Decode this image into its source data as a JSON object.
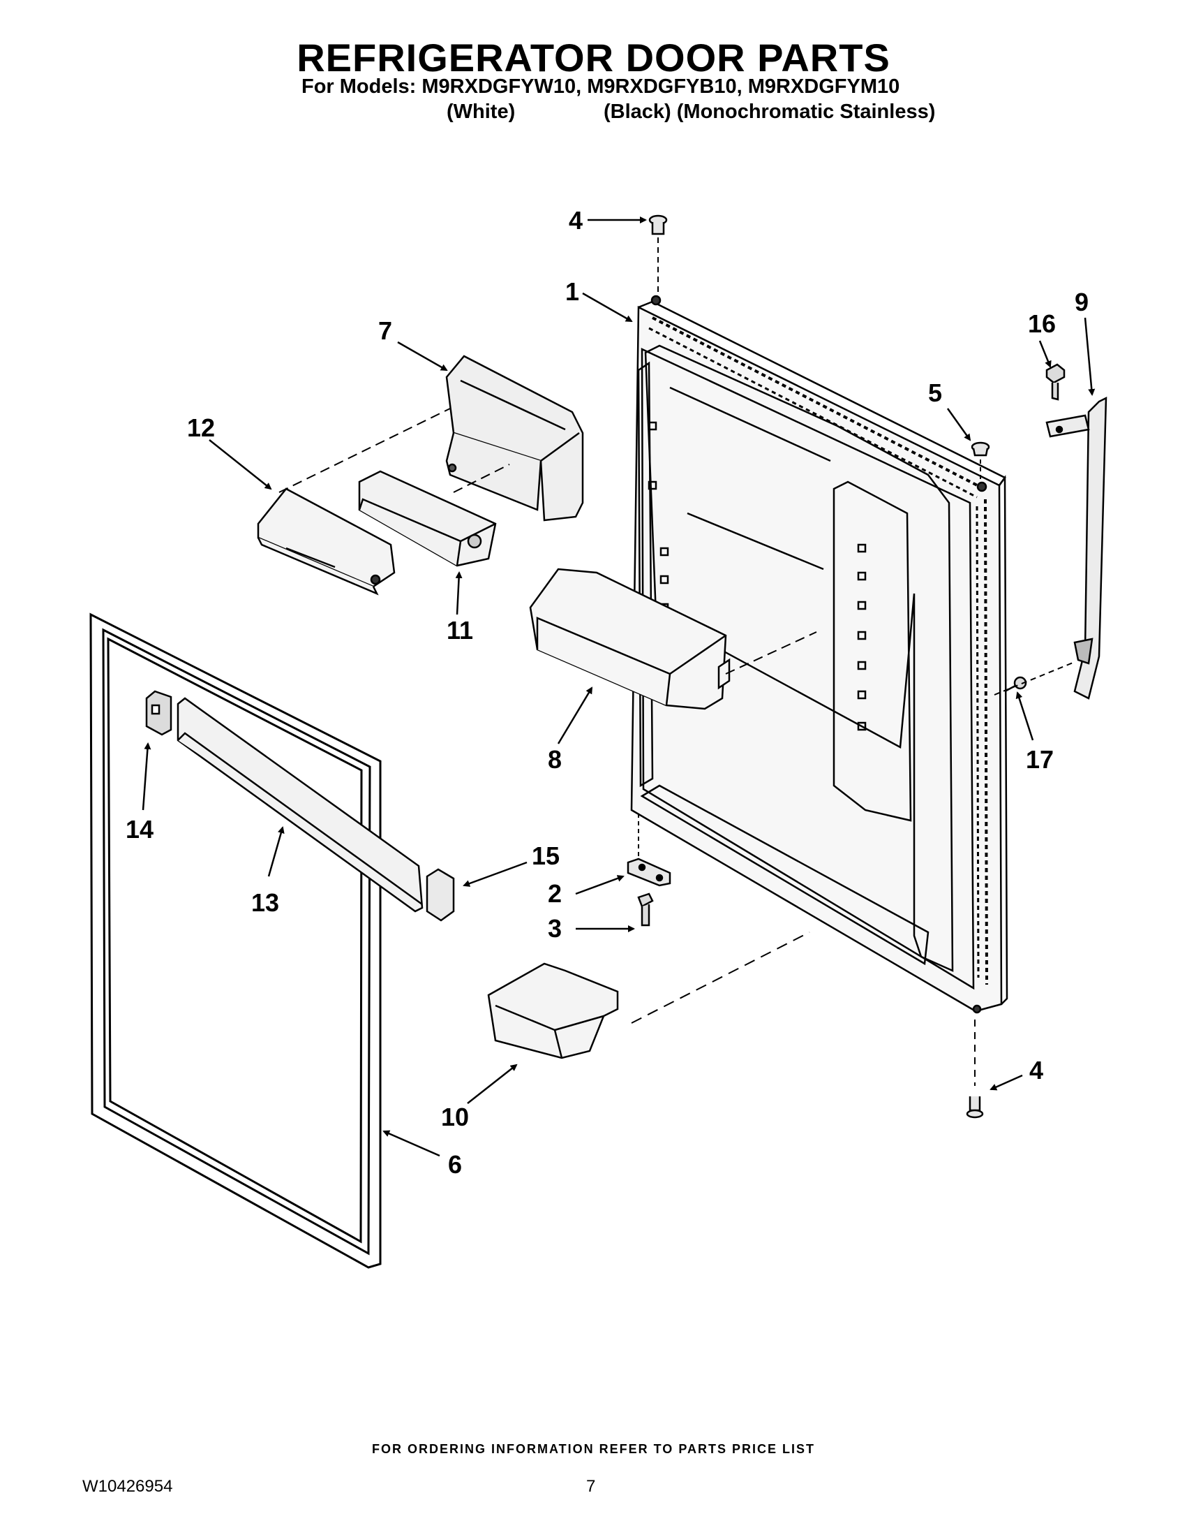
{
  "header": {
    "title": "REFRIGERATOR DOOR PARTS",
    "models": "For Models: M9RXDGFYW10, M9RXDGFYB10, M9RXDGFYM10",
    "variant_white": "(White)",
    "variant_black_stainless": "(Black) (Monochromatic Stainless)"
  },
  "callouts": {
    "c4_top": "4",
    "c1": "1",
    "c7": "7",
    "c16": "16",
    "c9": "9",
    "c5": "5",
    "c12": "12",
    "c11": "11",
    "c8": "8",
    "c17": "17",
    "c14": "14",
    "c15": "15",
    "c2": "2",
    "c13": "13",
    "c3": "3",
    "c4_bottom": "4",
    "c10": "10",
    "c6": "6"
  },
  "footer": {
    "ordering_note": "FOR ORDERING INFORMATION REFER TO PARTS PRICE LIST",
    "doc_id": "W10426954",
    "page_number": "7"
  }
}
